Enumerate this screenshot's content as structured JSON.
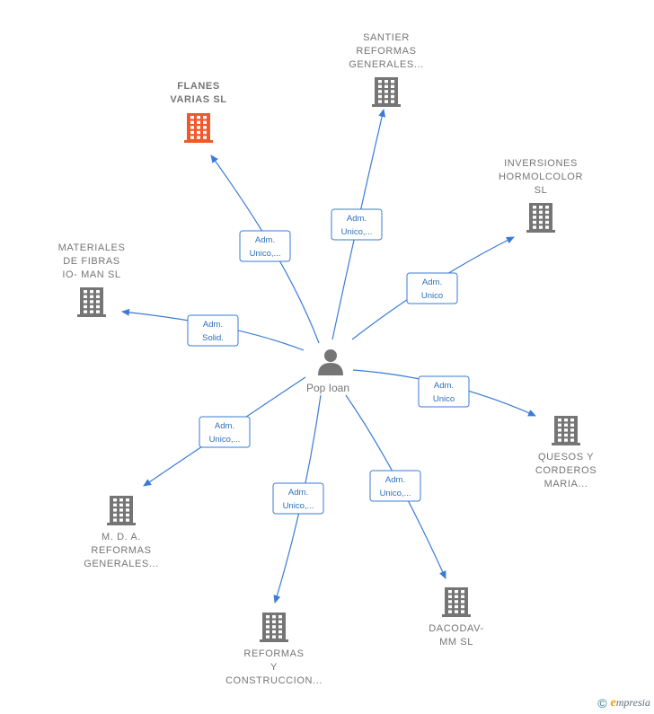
{
  "center": {
    "name": "Pop Ioan",
    "icon": "person-icon"
  },
  "nodes": [
    {
      "id": "flanes",
      "lines": [
        "FLANES",
        "VARIAS  SL"
      ],
      "icon": "building-icon",
      "active": true
    },
    {
      "id": "santier",
      "lines": [
        "SANTIER",
        "REFORMAS",
        "GENERALES..."
      ],
      "icon": "building-icon",
      "active": false
    },
    {
      "id": "inversiones",
      "lines": [
        "INVERSIONES",
        "HORMOLCOLOR",
        "SL"
      ],
      "icon": "building-icon",
      "active": false
    },
    {
      "id": "materiales",
      "lines": [
        "MATERIALES",
        "DE FIBRAS",
        "IO- MAN  SL"
      ],
      "icon": "building-icon",
      "active": false
    },
    {
      "id": "quesos",
      "lines": [
        "QUESOS Y",
        "CORDEROS",
        "MARIA..."
      ],
      "icon": "building-icon",
      "active": false
    },
    {
      "id": "mda",
      "lines": [
        "M.  D.  A.",
        "REFORMAS",
        "GENERALES..."
      ],
      "icon": "building-icon",
      "active": false
    },
    {
      "id": "reformas",
      "lines": [
        "REFORMAS",
        "Y",
        "CONSTRUCCION..."
      ],
      "icon": "building-icon",
      "active": false
    },
    {
      "id": "dacodav",
      "lines": [
        "DACODAV-",
        "MM  SL"
      ],
      "icon": "building-icon",
      "active": false
    }
  ],
  "edges": [
    {
      "to": "flanes",
      "label": [
        "Adm.",
        "Unico,..."
      ]
    },
    {
      "to": "santier",
      "label": [
        "Adm.",
        "Unico,..."
      ]
    },
    {
      "to": "inversiones",
      "label": [
        "Adm.",
        "Unico"
      ]
    },
    {
      "to": "materiales",
      "label": [
        "Adm.",
        "Solid."
      ]
    },
    {
      "to": "quesos",
      "label": [
        "Adm.",
        "Unico"
      ]
    },
    {
      "to": "mda",
      "label": [
        "Adm.",
        "Unico,..."
      ]
    },
    {
      "to": "reformas",
      "label": [
        "Adm.",
        "Unico,..."
      ]
    },
    {
      "to": "dacodav",
      "label": [
        "Adm.",
        "Unico,..."
      ]
    }
  ],
  "colors": {
    "edge": "#3a7bd5",
    "building": "#757575",
    "building_active": "#f05a28",
    "person": "#757575",
    "label_border": "#3a7bd5"
  },
  "footer": {
    "copyright_symbol": "©",
    "brand_initial": "e",
    "brand_rest": "mpresia"
  }
}
